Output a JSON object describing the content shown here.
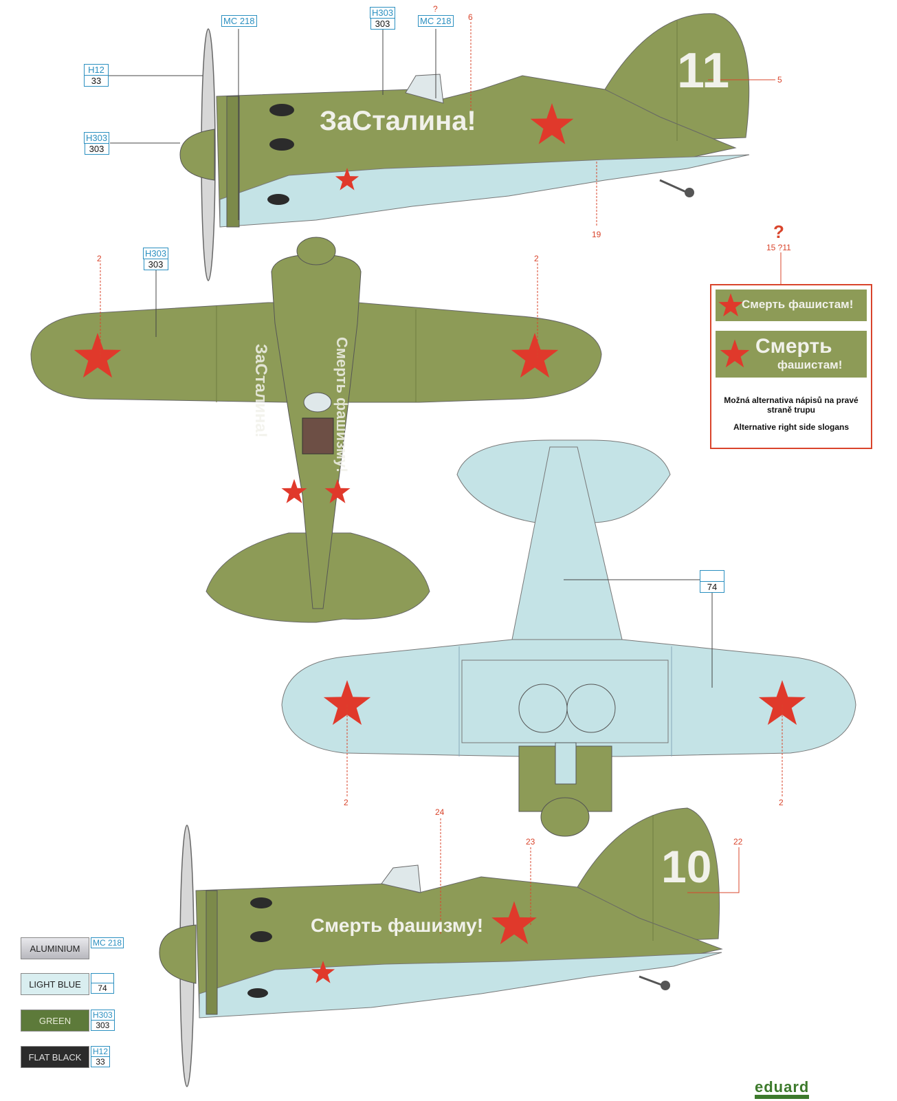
{
  "colors": {
    "green": "#8d9b57",
    "light_blue": "#c4e3e6",
    "aluminium": "#c8c8cc",
    "flat_black": "#2b2b2b",
    "star_red": "#e0392b",
    "callout_red": "#d9442b",
    "callout_blue": "#2a8fc0"
  },
  "side_top": {
    "slogan": "ЗаСталина!",
    "tail_number": "11",
    "callouts": {
      "mc218_a": {
        "code": "MC 218"
      },
      "h303_top": {
        "code": "H303",
        "number": "303"
      },
      "question": "?",
      "mc218_b": {
        "code": "MC 218"
      },
      "n6": "6",
      "h12": {
        "code": "H12",
        "number": "33"
      },
      "h303_nose": {
        "code": "H303",
        "number": "303"
      },
      "n5": "5",
      "n19": "19"
    }
  },
  "top_view": {
    "slogan_left": "ЗаСталина!",
    "slogan_right": "Смерть фашизму!",
    "callouts": {
      "n2_left": "2",
      "h303": {
        "code": "H303",
        "number": "303"
      },
      "n2_right": "2"
    }
  },
  "alternative": {
    "question": "?",
    "refs": "15 ?11",
    "slogan_1": "Смерть фашистам!",
    "slogan_2a": "Смерть",
    "slogan_2b": "фашистам!",
    "note_cz": "Možná alternativa nápisů na pravé straně trupu",
    "note_en": "Alternative right side slogans"
  },
  "bottom_view": {
    "callouts": {
      "c74": {
        "code": "",
        "number": "74"
      },
      "n2_left": "2",
      "n2_right": "2"
    }
  },
  "side_bottom": {
    "slogan": "Смерть фашизму!",
    "tail_number": "10",
    "callouts": {
      "n24": "24",
      "n23": "23",
      "n22": "22"
    }
  },
  "legend": [
    {
      "name": "ALUMINIUM",
      "code": "MC 218",
      "number": ""
    },
    {
      "name": "LIGHT BLUE",
      "code": "",
      "number": "74"
    },
    {
      "name": "GREEN",
      "code": "H303",
      "number": "303"
    },
    {
      "name": "FLAT BLACK",
      "code": "H12",
      "number": "33"
    }
  ],
  "brand": "eduard"
}
